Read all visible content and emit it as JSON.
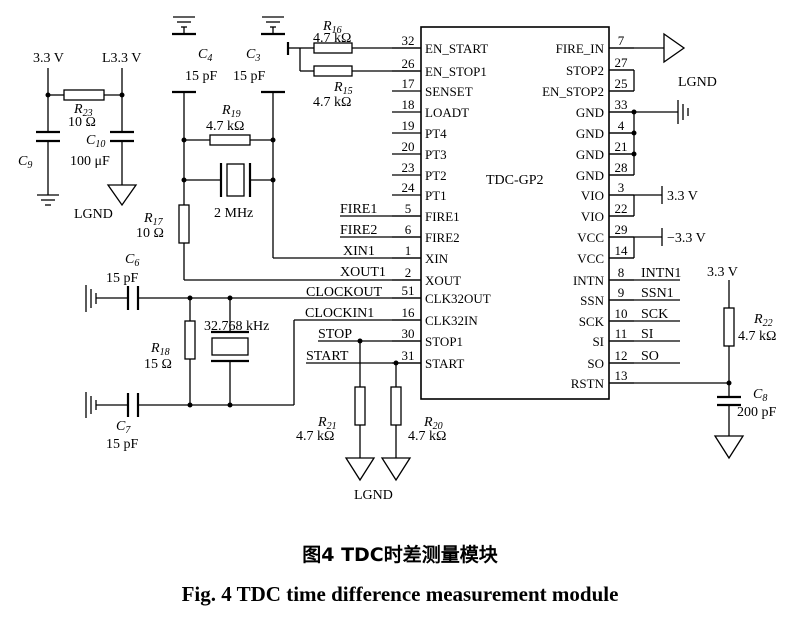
{
  "figure": {
    "caption_cn": "图4 TDC时差测量模块",
    "caption_en": "Fig. 4  TDC time difference measurement module"
  },
  "chip": {
    "name": "TDC-GP2",
    "left_pins": [
      {
        "num": "32",
        "name": "EN_START"
      },
      {
        "num": "26",
        "name": "EN_STOP1"
      },
      {
        "num": "17",
        "name": "SENSET"
      },
      {
        "num": "18",
        "name": "LOADT"
      },
      {
        "num": "19",
        "name": "PT4"
      },
      {
        "num": "20",
        "name": "PT3"
      },
      {
        "num": "23",
        "name": "PT2"
      },
      {
        "num": "24",
        "name": "PT1"
      },
      {
        "num": "5",
        "name": "FIRE1"
      },
      {
        "num": "6",
        "name": "FIRE2"
      },
      {
        "num": "1",
        "name": "XIN"
      },
      {
        "num": "2",
        "name": "XOUT"
      },
      {
        "num": "51",
        "name": "CLK32OUT"
      },
      {
        "num": "16",
        "name": "CLK32IN"
      },
      {
        "num": "30",
        "name": "STOP1"
      },
      {
        "num": "31",
        "name": "START"
      }
    ],
    "right_pins": [
      {
        "num": "7",
        "name": "FIRE_IN"
      },
      {
        "num": "27",
        "name": "STOP2"
      },
      {
        "num": "25",
        "name": "EN_STOP2"
      },
      {
        "num": "33",
        "name": "GND"
      },
      {
        "num": "4",
        "name": "GND"
      },
      {
        "num": "21",
        "name": "GND"
      },
      {
        "num": "28",
        "name": "GND"
      },
      {
        "num": "3",
        "name": "VIO"
      },
      {
        "num": "22",
        "name": "VIO"
      },
      {
        "num": "29",
        "name": "VCC"
      },
      {
        "num": "14",
        "name": "VCC"
      },
      {
        "num": "8",
        "name": "INTN"
      },
      {
        "num": "9",
        "name": "SSN"
      },
      {
        "num": "10",
        "name": "SCK"
      },
      {
        "num": "11",
        "name": "SI"
      },
      {
        "num": "12",
        "name": "SO"
      },
      {
        "num": "13",
        "name": "RSTN"
      }
    ]
  },
  "signals": {
    "left": [
      "FIRE1",
      "FIRE2",
      "XIN1",
      "XOUT1",
      "CLOCKOUT",
      "CLOCKIN1",
      "STOP",
      "START"
    ],
    "right": [
      "INTN1",
      "SSN1",
      "SCK",
      "SI",
      "SO"
    ]
  },
  "power": {
    "v33_a": "3.3  V",
    "v33_b": "L3.3  V",
    "v33_vio": "3.3  V",
    "v33_neg": "−3.3  V",
    "v33_rstn": "3.3  V"
  },
  "grounds": {
    "lgnd_left": "LGND",
    "lgnd_right": "LGND",
    "lgnd_bottom": "LGND"
  },
  "components": {
    "C4": {
      "ref": "C",
      "sub": "4",
      "value": "15  pF"
    },
    "C3": {
      "ref": "C",
      "sub": "3",
      "value": "15  pF"
    },
    "R16": {
      "ref": "R",
      "sub": "16",
      "value": "4.7  kΩ"
    },
    "R15": {
      "ref": "R",
      "sub": "15",
      "value": "4.7  kΩ"
    },
    "R23": {
      "ref": "R",
      "sub": "23",
      "value": "10  Ω"
    },
    "C10": {
      "ref": "C",
      "sub": "10",
      "value": "100  μF"
    },
    "C9": {
      "ref": "C",
      "sub": "9"
    },
    "R19": {
      "ref": "R",
      "sub": "19",
      "value": "4.7  kΩ"
    },
    "Y1": {
      "value": "2  MHz"
    },
    "R17": {
      "ref": "R",
      "sub": "17",
      "value": "10  Ω"
    },
    "C6": {
      "ref": "C",
      "sub": "6",
      "value": "15  pF"
    },
    "R18": {
      "ref": "R",
      "sub": "18",
      "value": "15  Ω"
    },
    "Y2": {
      "value": "32.768  kHz"
    },
    "C7": {
      "ref": "C",
      "sub": "7",
      "value": "15  pF"
    },
    "R21": {
      "ref": "R",
      "sub": "21",
      "value": "4.7  kΩ"
    },
    "R20": {
      "ref": "R",
      "sub": "20",
      "value": "4.7  kΩ"
    },
    "R22": {
      "ref": "R",
      "sub": "22",
      "value": "4.7  kΩ"
    },
    "C8": {
      "ref": "C",
      "sub": "8",
      "value": "200  pF"
    }
  }
}
